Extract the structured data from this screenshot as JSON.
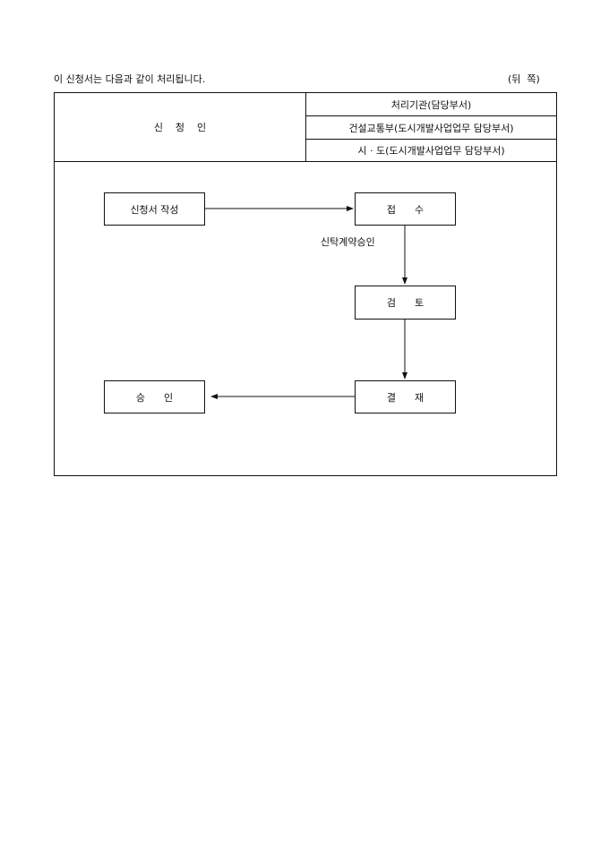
{
  "header": {
    "intro": "이 신청서는 다음과 같이 처리됩니다.",
    "side": "(뒤  쪽)"
  },
  "table": {
    "applicant": "신    청    인",
    "agency_title": "처리기관(담당부서)",
    "agency_1": "건설교통부(도시개발사업업무 담당부서)",
    "agency_2": "시 · 도(도시개발사업업무 담당부서)"
  },
  "flow": {
    "step_write": "신청서 작성",
    "step_receive": "접      수",
    "step_review": "검      토",
    "step_decide": "결      재",
    "step_approve": "승      인",
    "edge_label": "신탁계약승인"
  }
}
